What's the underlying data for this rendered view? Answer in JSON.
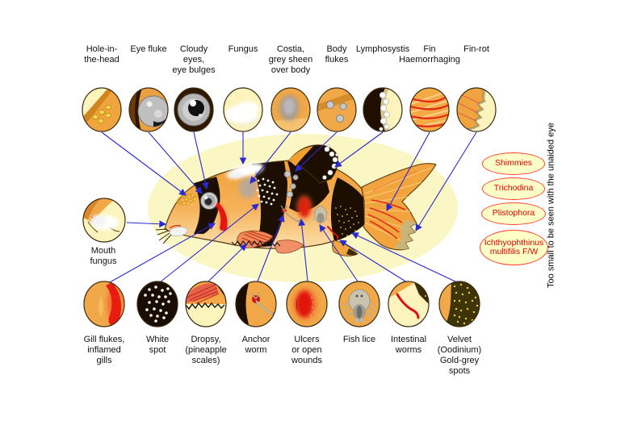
{
  "top_row": [
    {
      "id": "hole-in-the-head",
      "label": "Hole-in-\nthe-head"
    },
    {
      "id": "eye-fluke",
      "label": "Eye fluke"
    },
    {
      "id": "cloudy-eyes",
      "label": "Cloudy\neyes,\neye bulges"
    },
    {
      "id": "fungus",
      "label": "Fungus"
    },
    {
      "id": "costia",
      "label": "Costia,\ngrey sheen\nover body"
    },
    {
      "id": "body-flukes",
      "label": "Body\nflukes"
    },
    {
      "id": "lymphosystis",
      "label": "Lymphosystis"
    },
    {
      "id": "fin-haemorrhaging",
      "label": "Fin\nHaemorrhaging"
    },
    {
      "id": "fin-rot",
      "label": "Fin-rot"
    }
  ],
  "left_item": {
    "id": "mouth-fungus",
    "label": "Mouth\nfungus"
  },
  "bottom_row": [
    {
      "id": "gill-flukes",
      "label": "Gill flukes,\ninflamed\ngills"
    },
    {
      "id": "white-spot",
      "label": "White\nspot"
    },
    {
      "id": "dropsy",
      "label": "Dropsy,\n(pineapple\nscales)"
    },
    {
      "id": "anchor-worm",
      "label": "Anchor\nworm"
    },
    {
      "id": "ulcers",
      "label": "Ulcers\nor open\nwounds"
    },
    {
      "id": "fish-lice",
      "label": "Fish lice"
    },
    {
      "id": "intestinal-worms",
      "label": "Intestinal\nworms"
    },
    {
      "id": "velvet",
      "label": "Velvet\n(Oodinium)\nGold-grey\nspots"
    }
  ],
  "microscopic": {
    "ovals": [
      {
        "label": "Shimmies"
      },
      {
        "label": "Trichodina"
      },
      {
        "label": "Plistophora"
      },
      {
        "label": "Ichthyophthinus\nmultifilis F/W"
      }
    ],
    "note": "Too small to be seen with the unaided eye"
  },
  "colors": {
    "arrow": "#2a2ad0",
    "oval_border": "#ff4030",
    "oval_text": "#dd0000",
    "oval_fill": "#ffffc8",
    "halo": "#faf7c5",
    "fish_orange": "#f2a43e",
    "band_black": "#1c0e00",
    "red_streak": "#e52e14"
  }
}
